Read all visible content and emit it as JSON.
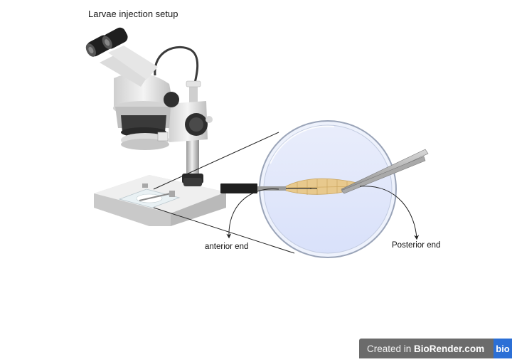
{
  "figure": {
    "title": "Larvae injection setup",
    "labels": {
      "anterior": "anterior end",
      "posterior": "Posterior end"
    }
  },
  "watermark": {
    "prefix": "Created in ",
    "brand": "BioRender.com",
    "logo": "bio"
  },
  "colors": {
    "microscope_body": "#e8e8e8",
    "microscope_dark": "#2f2f2f",
    "dish_fill": "#dfe6fb",
    "larva": "#e8c98d",
    "watermark_bg": "#6b6b6b",
    "logo_bg": "#2b6fd6"
  },
  "icons": [
    "stereo-microscope",
    "petri-dish",
    "larva",
    "forceps",
    "injection-needle"
  ]
}
